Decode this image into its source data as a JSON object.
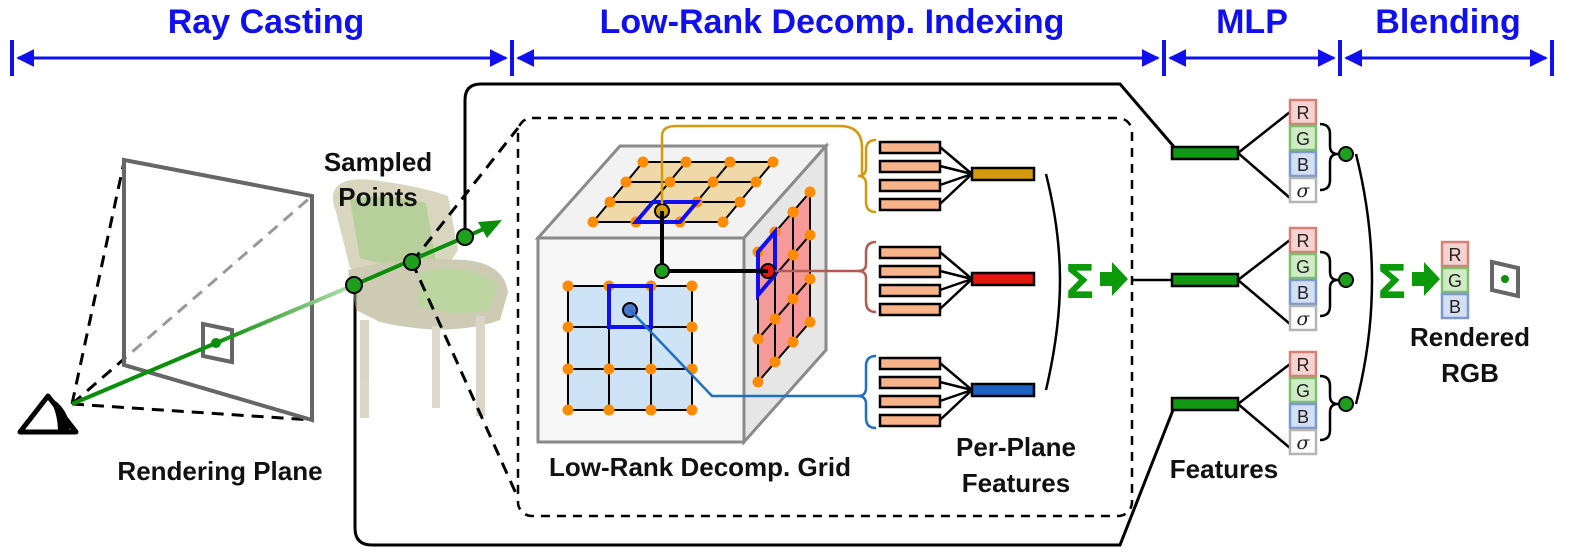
{
  "stages": {
    "ray_casting": "Ray Casting",
    "indexing": "Low-Rank Decomp. Indexing",
    "mlp": "MLP",
    "blending": "Blending"
  },
  "labels": {
    "rendering_plane": "Rendering Plane",
    "sampled_points_1": "Sampled",
    "sampled_points_2": "Points",
    "grid": "Low-Rank Decomp. Grid",
    "per_plane_1": "Per-Plane",
    "per_plane_2": "Features",
    "features": "Features",
    "rendered_1": "Rendered",
    "rendered_2": "RGB",
    "sum_symbol": "Σ"
  },
  "channels": {
    "r": "R",
    "g": "G",
    "b": "B",
    "sigma": "σ"
  },
  "colors": {
    "stage_arrow": "#1010ee",
    "ray": "#0a8f0a",
    "plane_xy": "#cfe3f7",
    "plane_xz": "#f0d9a8",
    "plane_yz": "#f59a98",
    "sample_point": "#ff8c00",
    "per_plane_feature": "#f7b48a",
    "feature_gold": "#d49a0b",
    "feature_red": "#e3170f",
    "feature_blue": "#1f62c6",
    "mlp_feature": "#139813",
    "channel_r": "#f6d3d0",
    "channel_g": "#d2ebc7",
    "channel_b": "#d3dff2"
  }
}
